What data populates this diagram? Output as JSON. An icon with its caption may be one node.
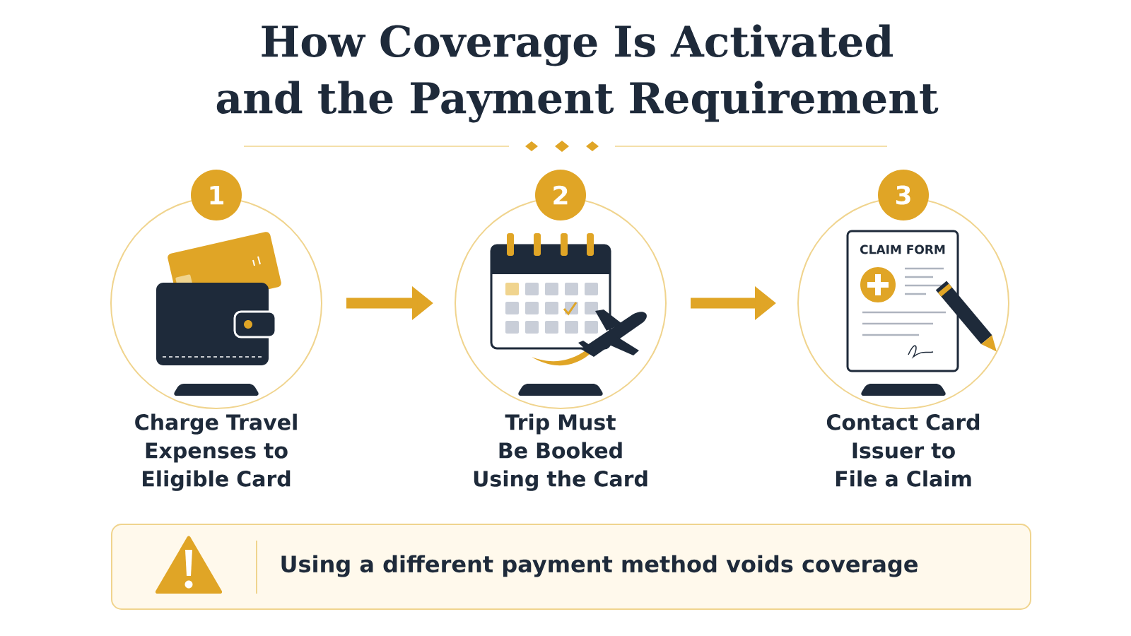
{
  "diagram": {
    "title": "How Coverage Is Activated and the Payment Requirement",
    "nodes": [
      {
        "text": [
          "1",
          "Charge Travel Expenses to Eligible Card"
        ]
      },
      {
        "text": [
          "2",
          "Trip Must Be Booked Using the Card"
        ]
      },
      {
        "text": [
          "3",
          "Contact Card Issuer to File a Claim"
        ]
      },
      {
        "text": [
          "Using a different payment method voids coverage"
        ]
      }
    ],
    "edges": [
      {
        "from": 0,
        "to": 1,
        "arrow": "to"
      },
      {
        "from": 1,
        "to": 2,
        "arrow": "to"
      }
    ],
    "labels": [
      "CLAIM FORM"
    ]
  }
}
